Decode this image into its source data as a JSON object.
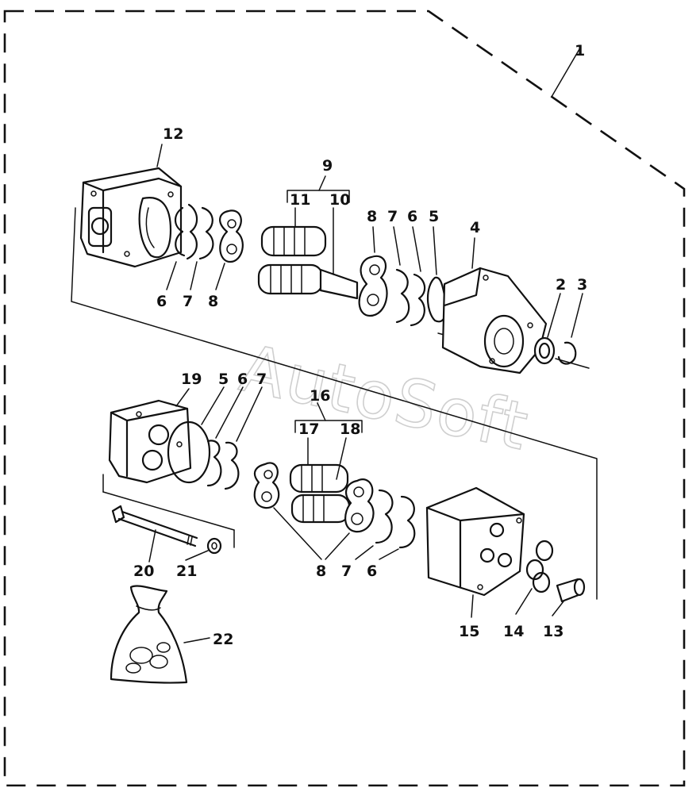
{
  "diagram": {
    "watermark": "AutoSoft",
    "callouts": [
      {
        "id": "c1",
        "text": "1"
      },
      {
        "id": "c2",
        "text": "2"
      },
      {
        "id": "c3",
        "text": "3"
      },
      {
        "id": "c4",
        "text": "4"
      },
      {
        "id": "c5a",
        "text": "5"
      },
      {
        "id": "c6a",
        "text": "6"
      },
      {
        "id": "c7a",
        "text": "7"
      },
      {
        "id": "c8a",
        "text": "8"
      },
      {
        "id": "c9",
        "text": "9"
      },
      {
        "id": "c10",
        "text": "10"
      },
      {
        "id": "c11",
        "text": "11"
      },
      {
        "id": "c12",
        "text": "12"
      },
      {
        "id": "c6b",
        "text": "6"
      },
      {
        "id": "c7b",
        "text": "7"
      },
      {
        "id": "c8b",
        "text": "8"
      },
      {
        "id": "c19",
        "text": "19"
      },
      {
        "id": "c5b",
        "text": "5"
      },
      {
        "id": "c6c",
        "text": "6"
      },
      {
        "id": "c7c",
        "text": "7"
      },
      {
        "id": "c16",
        "text": "16"
      },
      {
        "id": "c17",
        "text": "17"
      },
      {
        "id": "c18",
        "text": "18"
      },
      {
        "id": "c20",
        "text": "20"
      },
      {
        "id": "c21",
        "text": "21"
      },
      {
        "id": "c8c",
        "text": "8"
      },
      {
        "id": "c7d",
        "text": "7"
      },
      {
        "id": "c6d",
        "text": "6"
      },
      {
        "id": "c15",
        "text": "15"
      },
      {
        "id": "c14",
        "text": "14"
      },
      {
        "id": "c13",
        "text": "13"
      },
      {
        "id": "c22",
        "text": "22"
      }
    ]
  }
}
